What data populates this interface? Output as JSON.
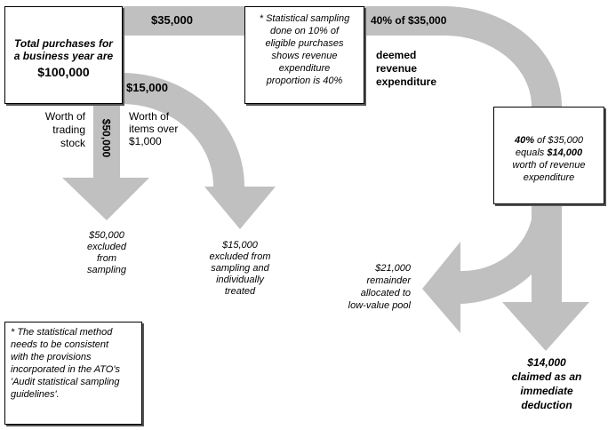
{
  "colors": {
    "arrow": "#c0c0c0",
    "border": "#000000"
  },
  "total_box": {
    "line1": "Total purchases for",
    "line2": "a business year are",
    "amount": "$100,000"
  },
  "top_flow": {
    "amount": "$35,000",
    "result": "40% of $35,000",
    "deemed_l1": "deemed",
    "deemed_l2": "revenue",
    "deemed_l3": "expenditure"
  },
  "sampling_box": {
    "l1": "* Statistical sampling",
    "l2": "done on 10% of",
    "l3": "eligible purchases",
    "l4": "shows revenue",
    "l5": "expenditure",
    "l6": "proportion is 40%"
  },
  "trading_stock": {
    "amount": "$50,000",
    "l1": "Worth of",
    "l2": "trading",
    "l3": "stock",
    "out1": "$50,000",
    "out2": "excluded",
    "out3": "from",
    "out4": "sampling"
  },
  "items_over": {
    "amount": "$15,000",
    "l1": "Worth of",
    "l2": "items over",
    "l3": "$1,000",
    "out1": "$15,000",
    "out2": "excluded from",
    "out3": "sampling and",
    "out4": "individually",
    "out5": "treated"
  },
  "result_box": {
    "pct": "40%",
    "of": " of $35,000",
    "equals": "equals ",
    "amount": "$14,000",
    "l3": "worth of revenue",
    "l4": "expenditure"
  },
  "remainder": {
    "l1": "$21,000",
    "l2": "remainder",
    "l3": "allocated to",
    "l4": "low-value pool"
  },
  "deduction": {
    "l1": "$14,000",
    "l2": "claimed as an",
    "l3": "immediate",
    "l4": "deduction"
  },
  "note_box": {
    "l1": "* The statistical method",
    "l2": "needs to be consistent",
    "l3": "with the provisions",
    "l4": "incorporated in the ATO's",
    "l5": "'Audit statistical sampling",
    "l6": "guidelines'."
  }
}
